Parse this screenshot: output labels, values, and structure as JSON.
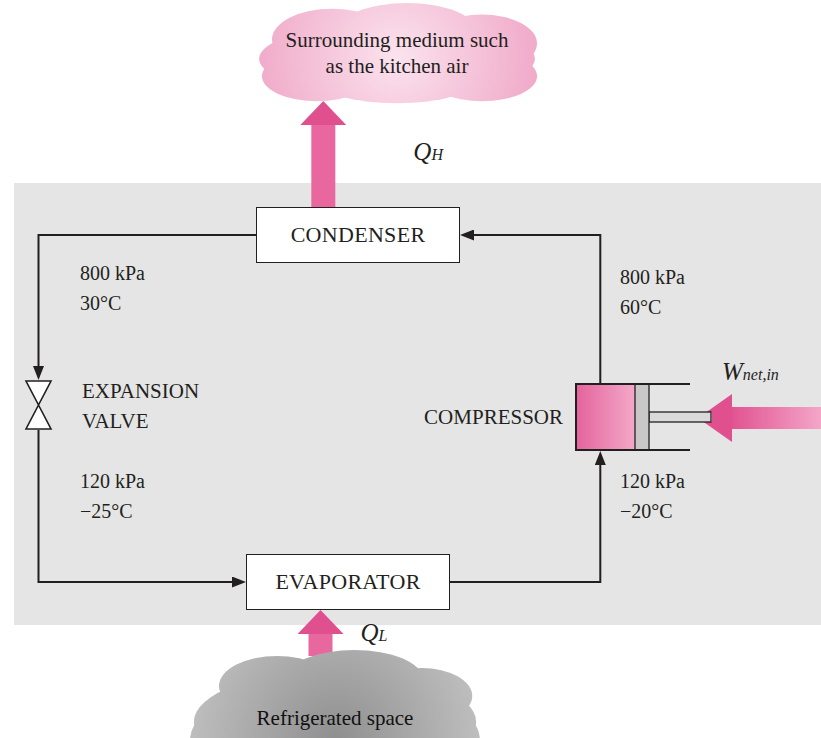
{
  "diagram": {
    "nodes": [
      {
        "text": [
          "Surrounding medium such as the kitchen air"
        ]
      },
      {
        "text": [
          "CONDENSER"
        ]
      },
      {
        "text": [
          "EXPANSION VALVE"
        ]
      },
      {
        "text": [
          "COMPRESSOR"
        ]
      },
      {
        "text": [
          "EVAPORATOR"
        ]
      },
      {
        "text": [
          "Refrigerated space"
        ]
      }
    ],
    "edges": [
      {
        "from": 1,
        "to": 0,
        "arrow": "to",
        "label": "QH"
      },
      {
        "from": 3,
        "to": 1,
        "arrow": "to"
      },
      {
        "from": 1,
        "to": 2,
        "arrow": "to"
      },
      {
        "from": 2,
        "to": 4,
        "arrow": "to"
      },
      {
        "from": 4,
        "to": 3,
        "arrow": "to"
      },
      {
        "from": 5,
        "to": 4,
        "arrow": "to",
        "label": "QL"
      }
    ],
    "labels": [
      "800 kPa",
      "30°C",
      "800 kPa",
      "60°C",
      "120 kPa",
      "−25°C",
      "120 kPa",
      "−20°C",
      "Wnet,in"
    ]
  }
}
